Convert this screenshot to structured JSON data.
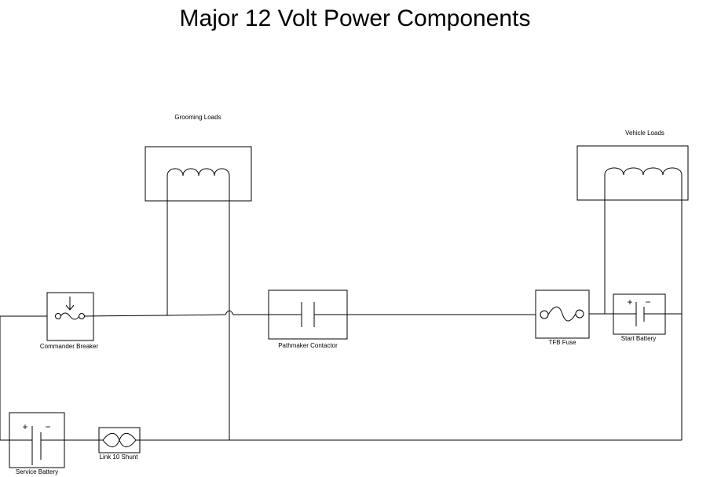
{
  "title": "Major 12 Volt Power Components",
  "components": {
    "grooming_loads": "Grooming Loads",
    "vehicle_loads": "Vehicle Loads",
    "commander_breaker": "Commander Breaker",
    "pathmaker_contactor": "Pathmaker Contactor",
    "tfb_fuse": "TFB Fuse",
    "start_battery": "Start Battery",
    "service_battery": "Service Battery",
    "link_10_shunt": "Link 10 Shunt"
  },
  "battery_symbols": {
    "plus": "+",
    "minus": "−"
  }
}
